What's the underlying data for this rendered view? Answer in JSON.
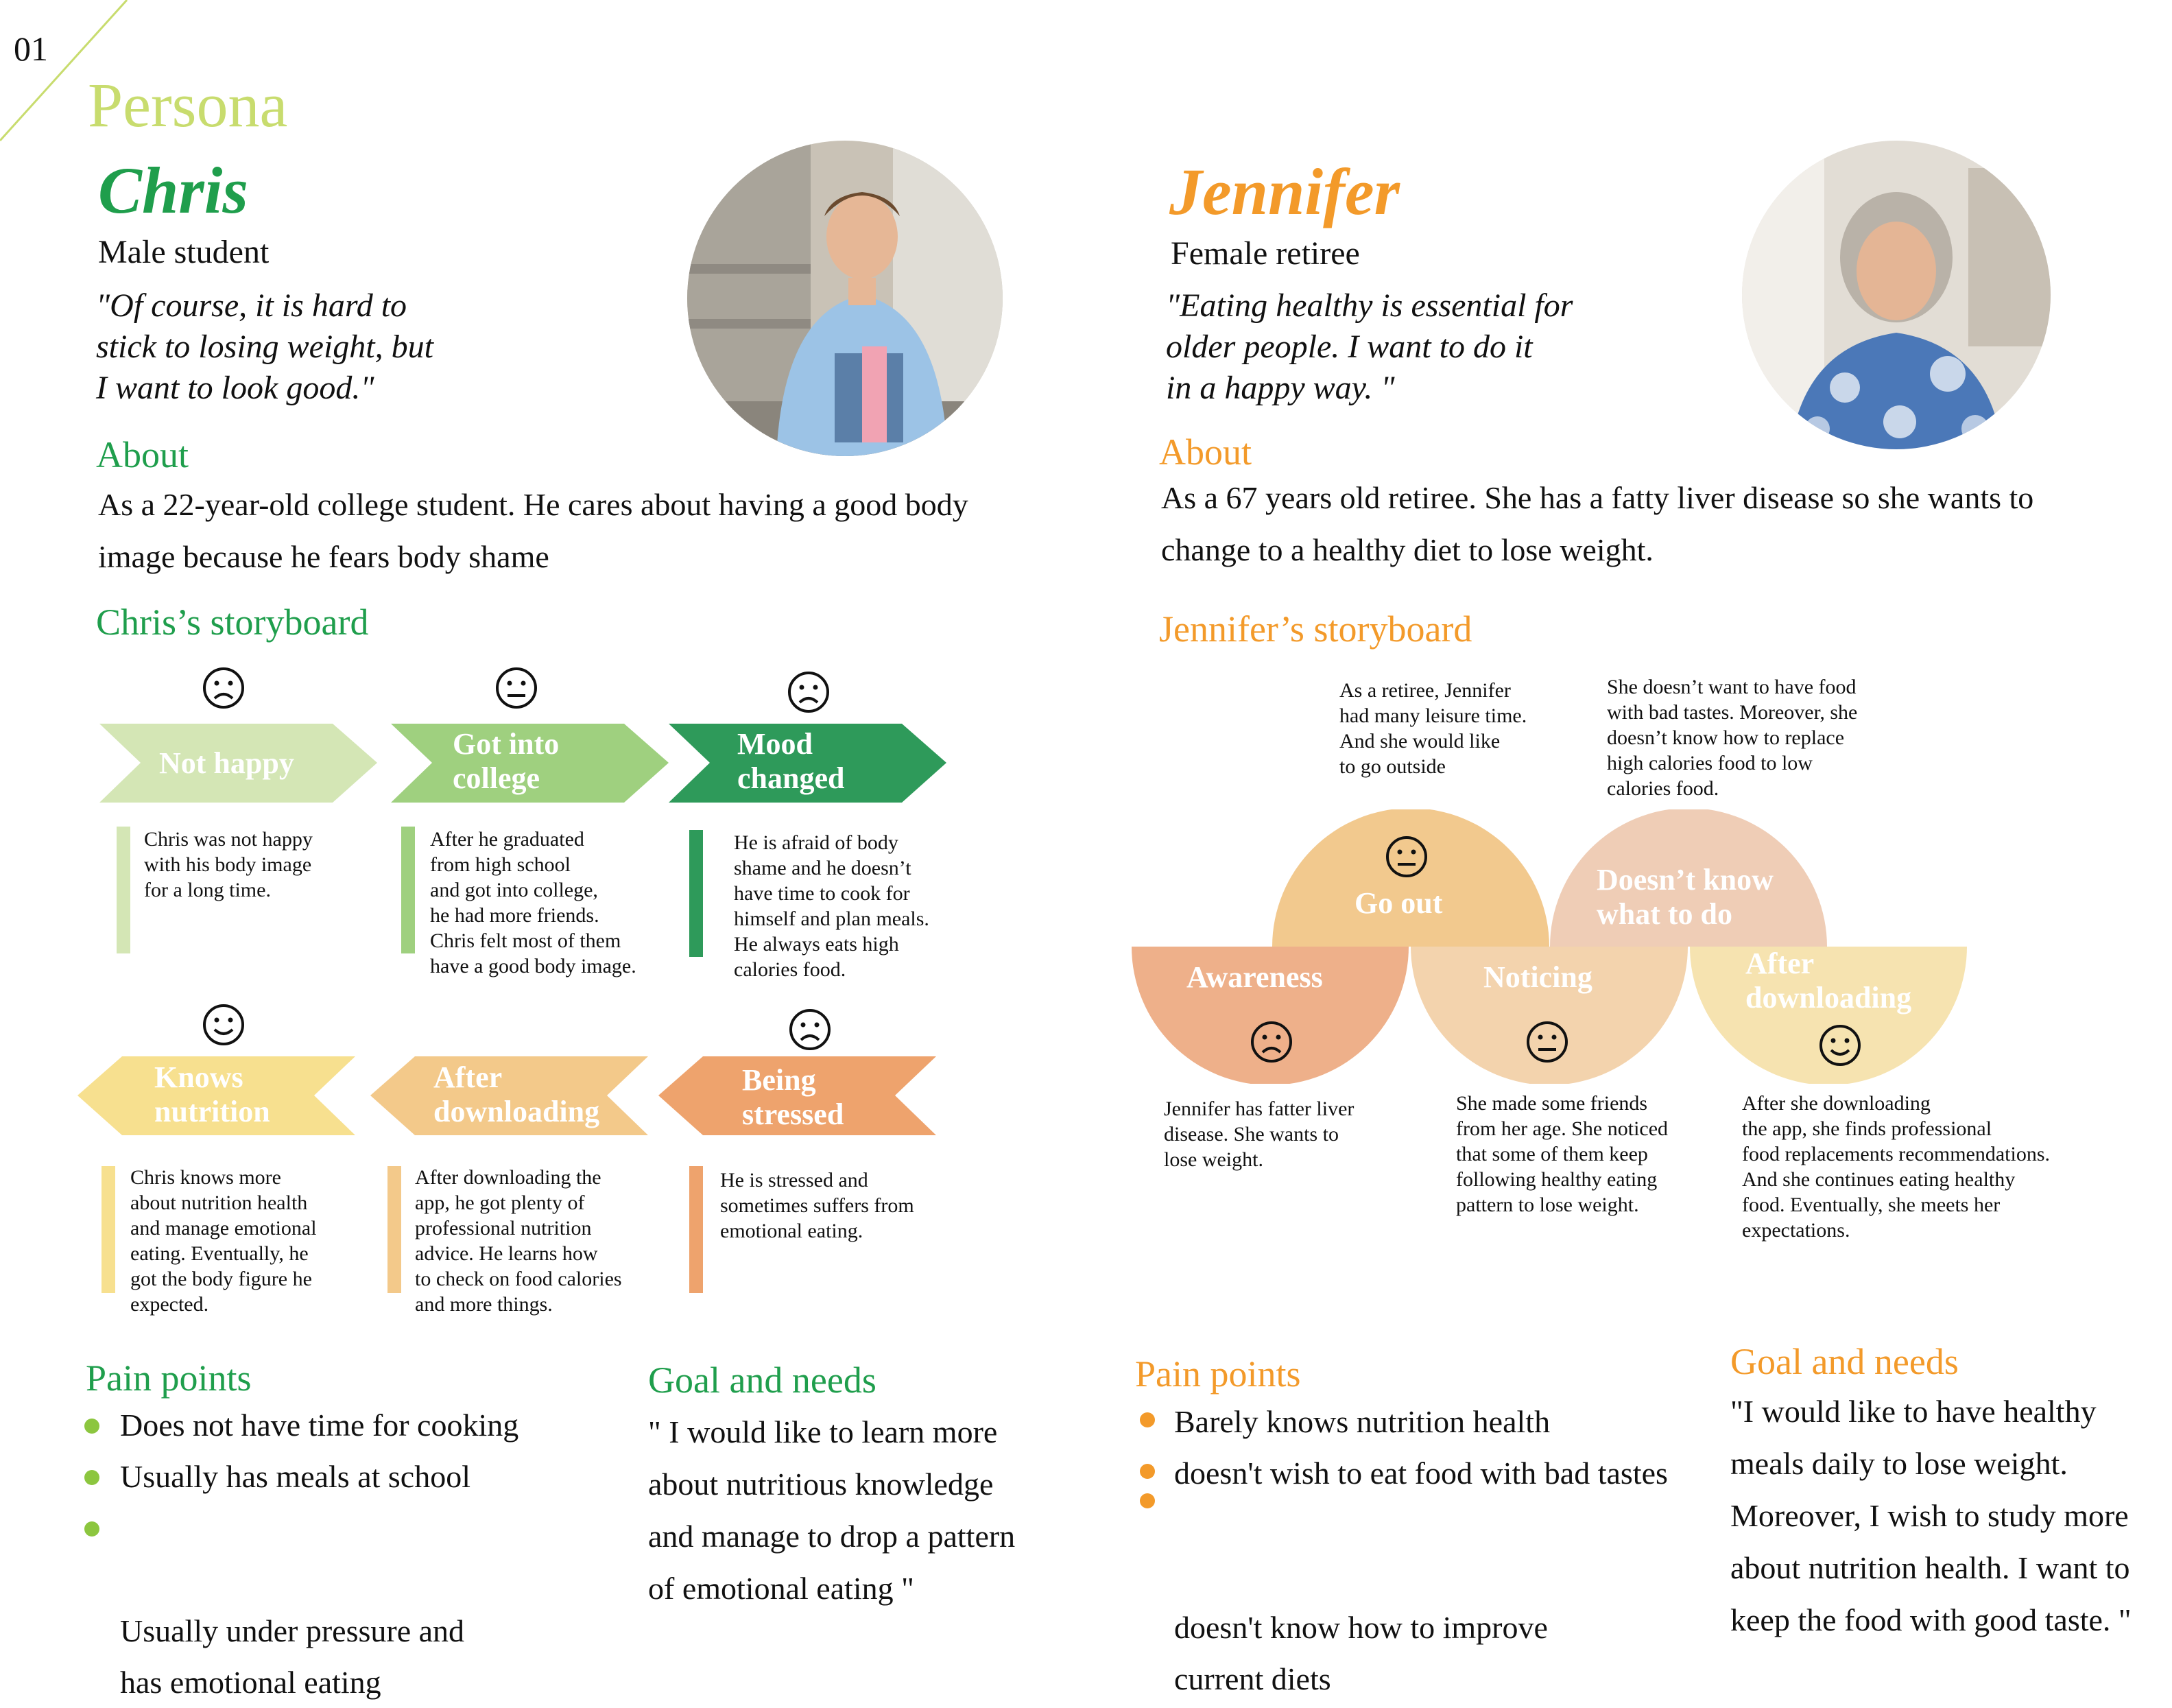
{
  "page": {
    "number": "01",
    "title": "Persona"
  },
  "chris": {
    "name": "Chris",
    "role": "Male student",
    "quote": "\"Of course, it is hard to\nstick to losing weight, but\nI want to look good.\"",
    "about_heading": "About",
    "about_text": "As a 22-year-old college student. He cares about having a good body\nimage because he fears body shame",
    "storyboard_heading": "Chris’s storyboard",
    "storyboard": [
      {
        "label": "Not happy",
        "mood": "sad",
        "color": "#d4e6b5",
        "text": "Chris was not happy\nwith his body image\nfor a long time."
      },
      {
        "label": "Got into\ncollege",
        "mood": "neutral",
        "color": "#9fd07f",
        "text": "After he graduated\nfrom high school\nand got into college,\nhe had more friends.\nChris felt most of them\nhave a good body image."
      },
      {
        "label": "Mood\nchanged",
        "mood": "sad",
        "color": "#2e9a5a",
        "text": "He is afraid of body\nshame and he doesn’t\nhave time to cook for\nhimself and plan meals.\nHe always eats high\ncalories food."
      },
      {
        "label": "Knows\nnutrition",
        "mood": "happy",
        "color": "#f7e08f",
        "text": "Chris knows more\nabout nutrition health\nand manage emotional\neating. Eventually, he\ngot the body figure he\nexpected."
      },
      {
        "label": "After\ndownloading",
        "mood": "none",
        "color": "#f3c98a",
        "text": "After downloading the\napp, he got plenty of\nprofessional nutrition\nadvice. He learns how\nto check on food calories\nand more things."
      },
      {
        "label": "Being\nstressed",
        "mood": "sad",
        "color": "#eea36d",
        "text": "He is stressed and\nsometimes suffers from\nemotional eating."
      }
    ],
    "pain_heading": "Pain points",
    "pain_points": [
      "Does not have time for cooking",
      "Usually has meals at school",
      "Usually under pressure and\nhas emotional eating"
    ],
    "goal_heading": "Goal and needs",
    "goal_text": "\" I would like to learn more\nabout nutritious knowledge\nand manage to drop a pattern\nof emotional eating \""
  },
  "jennifer": {
    "name": "Jennifer",
    "role": "Female retiree",
    "quote": "\"Eating healthy is essential for\nolder people. I want to do it\nin a happy way.  \"",
    "about_heading": "About",
    "about_text": "As a 67 years old retiree. She has a fatty liver disease so she wants to\nchange to a healthy diet to lose weight.",
    "storyboard_heading": "Jennifer’s storyboard",
    "storyboard": [
      {
        "label": "Awareness",
        "mood": "sad",
        "color": "#eeb08a",
        "text": "Jennifer has fatter liver\ndisease. She wants to\nlose weight."
      },
      {
        "label": "Go out",
        "mood": "neutral",
        "color": "#f2c98e",
        "text": "As a retiree, Jennifer\nhad many leisure time.\nAnd she would like\nto go outside"
      },
      {
        "label": "Noticing",
        "mood": "neutral",
        "color": "#f3d3ad",
        "text": "She made some friends\nfrom her age. She noticed\nthat some of them keep\nfollowing healthy eating\npattern to lose weight."
      },
      {
        "label": "Doesn’t know\nwhat to do",
        "mood": "none",
        "color": "#efcdb6",
        "text": "She doesn’t want to have food\nwith bad tastes. Moreover, she\ndoesn’t know how to replace\nhigh calories food to low\ncalories food."
      },
      {
        "label": "After\ndownloading",
        "mood": "happy",
        "color": "#f6e3b0",
        "text": "After she downloading\nthe app, she finds professional\nfood replacements recommendations.\nAnd she continues eating healthy\nfood. Eventually, she meets her\nexpectations."
      }
    ],
    "pain_heading": "Pain points",
    "pain_points": [
      "Barely knows nutrition health",
      "doesn't wish to eat food with bad tastes",
      "doesn't know how to improve\ncurrent diets"
    ],
    "goal_heading": "Goal and needs",
    "goal_text": "\"I would like to have healthy\nmeals daily to lose weight.\nMoreover, I wish to study more\nabout nutrition health. I want to\nkeep the food with good taste. \""
  },
  "colors": {
    "chris_accent": "#1f9e4c",
    "jennifer_accent": "#f39a2a",
    "persona_title": "#c8dc6e"
  }
}
